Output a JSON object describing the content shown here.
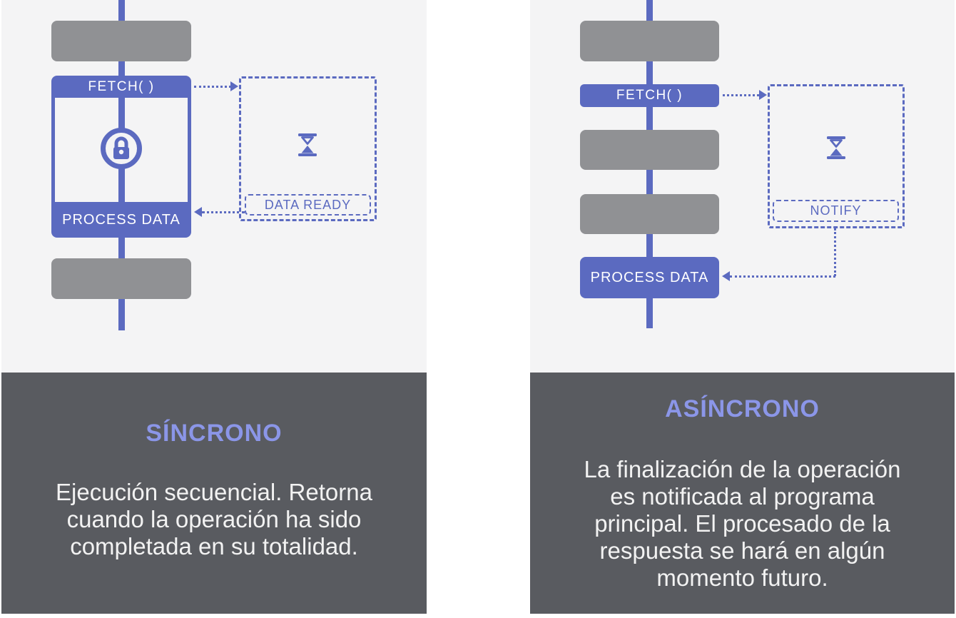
{
  "panels": {
    "left": {
      "flow": {
        "fetch_label": "FETCH( )",
        "process_label": "PROCESS DATA",
        "wait_tag": "DATA READY"
      },
      "title": "SÍNCRONO",
      "description_lines": [
        "Ejecución secuencial. Retorna",
        "cuando la operación ha sido",
        "completada en su totalidad."
      ]
    },
    "right": {
      "flow": {
        "fetch_label": "FETCH( )",
        "process_label": "PROCESS DATA",
        "wait_tag": "NOTIFY"
      },
      "title": "ASÍNCRONO",
      "description_lines": [
        "La finalización de la operación",
        "es notificada al programa",
        "principal. El procesado de la",
        "respuesta se hará en algún",
        "momento futuro."
      ]
    }
  },
  "icons": {
    "lock": "lock-icon",
    "hourglass_left": "hourglass-icon",
    "hourglass_right": "hourglass-icon"
  },
  "colors": {
    "accent_blue": "#5b6ac0",
    "title_periwinkle": "#8b96e8",
    "block_gray": "#909194",
    "light_background": "#f4f4f5",
    "dark_background": "#595b60",
    "text_light": "#f2f2f2"
  }
}
